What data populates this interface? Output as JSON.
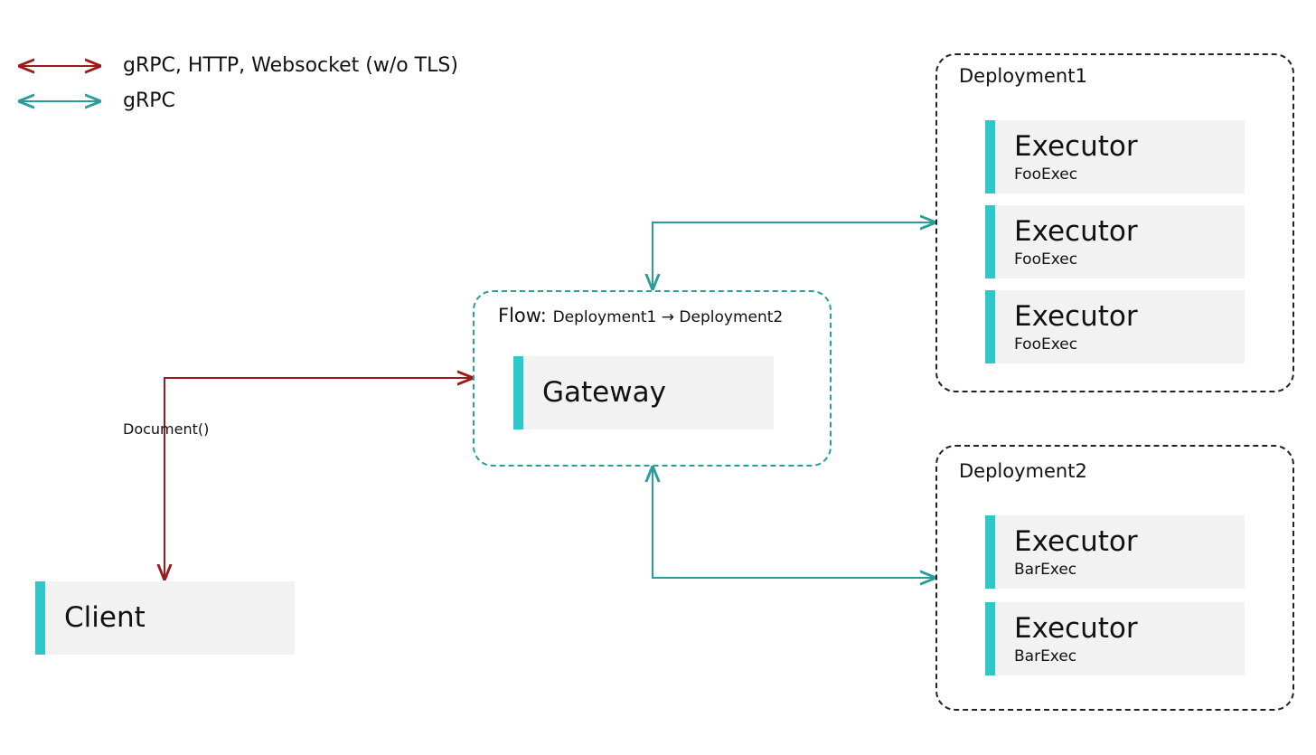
{
  "legend": {
    "items": [
      {
        "label": "gRPC, HTTP, Websocket (w/o TLS)",
        "color": "#9e1a1a"
      },
      {
        "label": "gRPC",
        "color": "#2a9d9a"
      }
    ]
  },
  "flow": {
    "title_prefix": "Flow:",
    "title_detail": "Deployment1 → Deployment2",
    "gateway_label": "Gateway"
  },
  "client": {
    "label": "Client"
  },
  "edge_labels": {
    "document": "Document()"
  },
  "deployment1": {
    "title": "Deployment1",
    "executors": [
      {
        "title": "Executor",
        "name": "FooExec"
      },
      {
        "title": "Executor",
        "name": "FooExec"
      },
      {
        "title": "Executor",
        "name": "FooExec"
      }
    ]
  },
  "deployment2": {
    "title": "Deployment2",
    "executors": [
      {
        "title": "Executor",
        "name": "BarExec"
      },
      {
        "title": "Executor",
        "name": "BarExec"
      }
    ]
  },
  "colors": {
    "accent": "#2ec8cb",
    "node_fill": "#f2f2f2",
    "red": "#9e1a1a",
    "teal": "#2a9d9a"
  }
}
